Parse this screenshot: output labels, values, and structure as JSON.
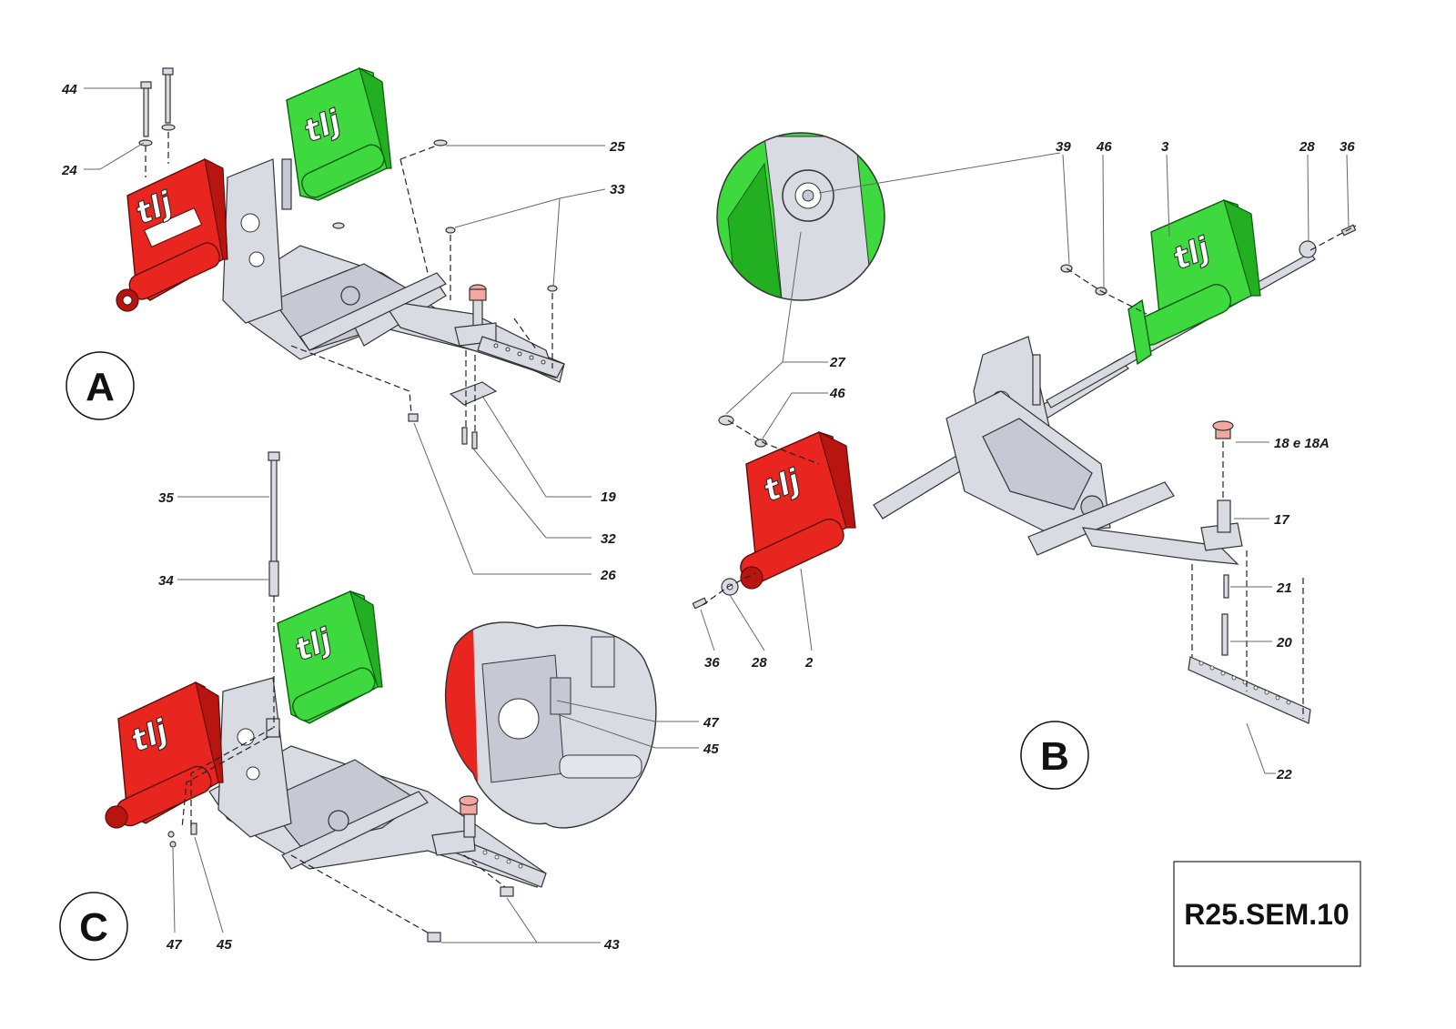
{
  "views": {
    "a": {
      "letter": "A"
    },
    "b": {
      "letter": "B"
    },
    "c": {
      "letter": "C"
    }
  },
  "logo_text": "tlj",
  "drawing_code": "R25.SEM.10",
  "labels": {
    "a": {
      "l44": "44",
      "l24": "24",
      "l25": "25",
      "l33": "33",
      "l19": "19",
      "l32": "32",
      "l26": "26"
    },
    "b": {
      "l39": "39",
      "l46top": "46",
      "l3": "3",
      "l28top": "28",
      "l36top": "36",
      "l27": "27",
      "l46mid": "46",
      "l18": "18  e 18A",
      "l17": "17",
      "l21": "21",
      "l20": "20",
      "l22": "22",
      "l36bot": "36",
      "l28bot": "28",
      "l2": "2"
    },
    "c": {
      "l35": "35",
      "l34": "34",
      "l47a": "47",
      "l45a": "45",
      "l47b": "47",
      "l45b": "45",
      "l43": "43"
    }
  },
  "colors": {
    "left_pedal": "#e8251f",
    "right_pedal": "#3ed93e",
    "frame": "#d9dbe3",
    "cap": "#f2a7a0"
  }
}
